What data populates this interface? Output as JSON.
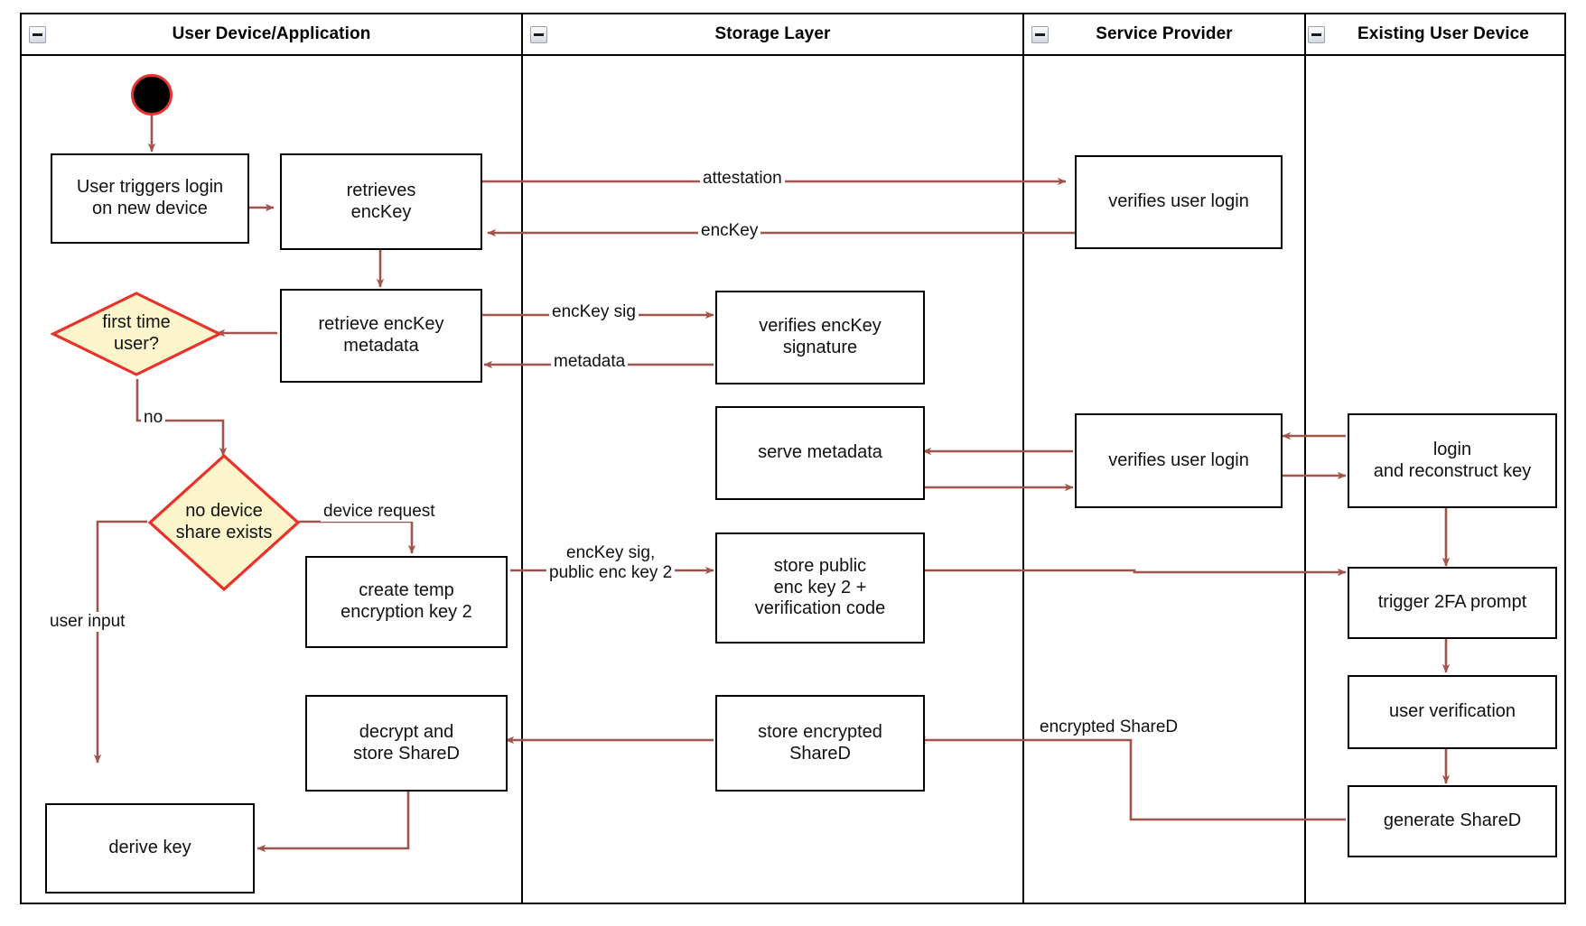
{
  "diagram": {
    "type": "uml-activity-swimlane",
    "title": "",
    "colors": {
      "edge": "#a0544b",
      "decision_fill": "#fdf6cd",
      "decision_stroke": "#e8332a",
      "node_stroke": "#000000",
      "node_fill": "#ffffff",
      "start_fill": "#000000",
      "start_stroke": "#e8332a",
      "lane_stroke": "#000000",
      "text": "#111111"
    }
  },
  "lanes": [
    {
      "id": "user-device",
      "label": "User Device/Application",
      "collapse_icon": "minus-icon"
    },
    {
      "id": "storage-layer",
      "label": "Storage Layer",
      "collapse_icon": "minus-icon"
    },
    {
      "id": "service-provider",
      "label": "Service Provider",
      "collapse_icon": "minus-icon"
    },
    {
      "id": "existing-user-device",
      "label": "Existing User Device",
      "collapse_icon": "minus-icon"
    }
  ],
  "nodes": {
    "start": {
      "shape": "initial-node",
      "label": ""
    },
    "user_triggers_login": {
      "label": "User triggers login\non new device",
      "lane": "user-device"
    },
    "retrieves_enckey": {
      "label": "retrieves\nencKey",
      "lane": "user-device"
    },
    "retrieve_enckey_metadata": {
      "label": "retrieve encKey\nmetadata",
      "lane": "user-device"
    },
    "first_time_user": {
      "label": "first time\nuser?",
      "lane": "user-device",
      "shape": "decision"
    },
    "no_device_share_exists": {
      "label": "no device\nshare exists",
      "lane": "user-device",
      "shape": "decision"
    },
    "create_temp_encryption_key_2": {
      "label": "create temp\nencryption key 2",
      "lane": "user-device"
    },
    "decrypt_and_store_shared": {
      "label": "decrypt and\nstore ShareD",
      "lane": "user-device"
    },
    "derive_key": {
      "label": "derive key",
      "lane": "user-device"
    },
    "verifies_enckey_signature": {
      "label": "verifies encKey\nsignature",
      "lane": "storage-layer"
    },
    "serve_metadata": {
      "label": "serve metadata",
      "lane": "storage-layer"
    },
    "store_public_enc_key_2": {
      "label": "store public\nenc key 2 +\nverification code",
      "lane": "storage-layer"
    },
    "store_encrypted_shared": {
      "label": "store encrypted\nShareD",
      "lane": "storage-layer"
    },
    "verifies_user_login_1": {
      "label": "verifies user login",
      "lane": "service-provider"
    },
    "verifies_user_login_2": {
      "label": "verifies user login",
      "lane": "service-provider"
    },
    "login_and_reconstruct_key": {
      "label": "login\nand reconstruct key",
      "lane": "existing-user-device"
    },
    "trigger_2fa_prompt": {
      "label": "trigger 2FA prompt",
      "lane": "existing-user-device"
    },
    "user_verification": {
      "label": "user verification",
      "lane": "existing-user-device"
    },
    "generate_shared": {
      "label": "generate ShareD",
      "lane": "existing-user-device"
    }
  },
  "edge_labels": {
    "attestation": "attestation",
    "enckey": "encKey",
    "enckey_sig": "encKey sig",
    "metadata": "metadata",
    "no": "no",
    "device_request": "device request",
    "user_input": "user input",
    "enckey_sig_public_enc_key_2": "encKey sig,\npublic enc key 2",
    "encrypted_shared": "encrypted ShareD"
  }
}
